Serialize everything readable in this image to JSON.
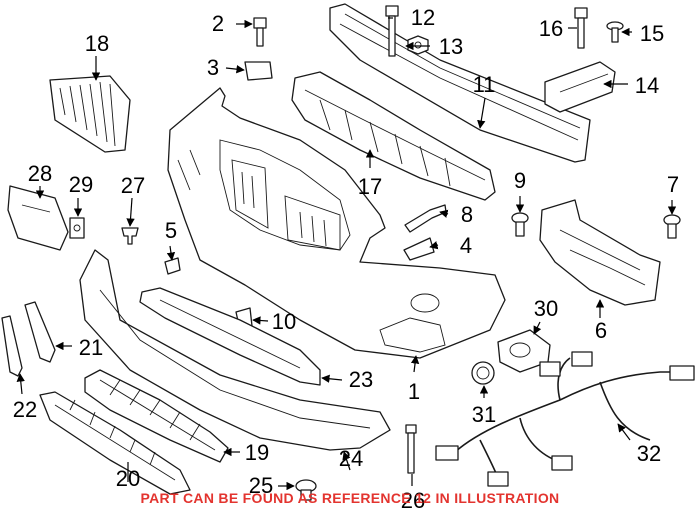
{
  "callouts": [
    "1",
    "2",
    "3",
    "4",
    "5",
    "6",
    "7",
    "8",
    "9",
    "10",
    "11",
    "12",
    "13",
    "14",
    "15",
    "16",
    "17",
    "18",
    "19",
    "20",
    "21",
    "22",
    "23",
    "24",
    "25",
    "26",
    "27",
    "28",
    "29",
    "30",
    "31",
    "32"
  ],
  "note": {
    "text": "PART CAN BE FOUND AS REFERENCE 12 IN ILLUSTRATION",
    "color": "#e3342f"
  },
  "colors": {
    "line": "#1a1a1a",
    "text": "#000000",
    "background": "#ffffff"
  }
}
